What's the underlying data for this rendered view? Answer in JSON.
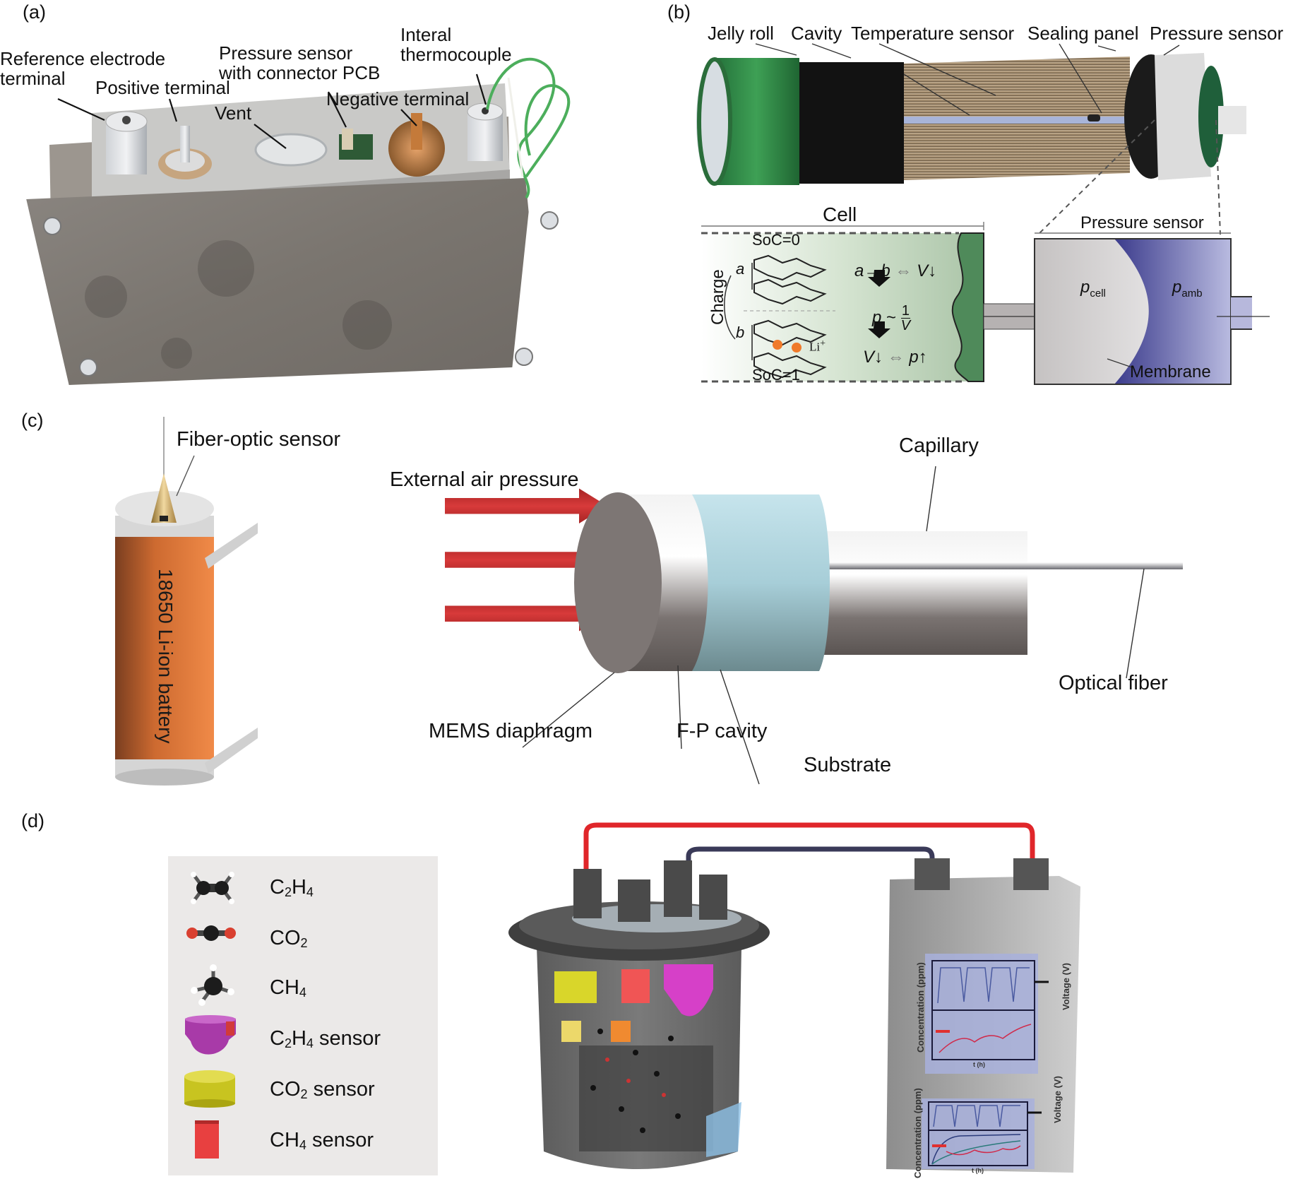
{
  "panels": {
    "a": {
      "label": "(a)",
      "callouts": {
        "reference_electrode_1": "Reference electrode",
        "reference_electrode_2": "terminal",
        "positive_terminal": "Positive terminal",
        "vent": "Vent",
        "pressure_sensor_1": "Pressure sensor",
        "pressure_sensor_2": "with connector PCB",
        "negative_terminal": "Negative terminal",
        "thermocouple_1": "Interal",
        "thermocouple_2": "thermocouple"
      }
    },
    "b": {
      "label": "(b)",
      "callouts": {
        "jelly_roll": "Jelly roll",
        "cavity": "Cavity",
        "temperature_sensor": "Temperature sensor",
        "sealing_panel": "Sealing panel",
        "pressure_sensor": "Pressure sensor"
      },
      "cell_box": {
        "title": "Cell",
        "soc0": "SoC=0",
        "soc1": "SoC=1",
        "charge": "Charge",
        "a": "a",
        "b": "b",
        "li": "Li",
        "li_sup": "+",
        "eq1_a": "a",
        "eq1_arrow": "→",
        "eq1_b": "b",
        "eq1_iff": "⇔",
        "eq1_v": "V",
        "eq1_down": "↓",
        "eq2_p": "p",
        "eq2_tilde": "~",
        "eq2_num": "1",
        "eq2_den": "V",
        "eq3_v": "V",
        "eq3_down": "↓",
        "eq3_iff": "⇔",
        "eq3_p": "p",
        "eq3_up": "↑"
      },
      "sensor_box": {
        "title": "Pressure sensor",
        "p_cell": "p",
        "p_cell_sub": "cell",
        "p_amb": "p",
        "p_amb_sub": "amb",
        "membrane": "Membrane"
      }
    },
    "c": {
      "label": "(c)",
      "fiber_optic_sensor": "Fiber-optic sensor",
      "battery_text": "18650 Li-ion battery",
      "external_air_pressure": "External air pressure",
      "capillary": "Capillary",
      "optical_fiber": "Optical fiber",
      "mems_diaphragm": "MEMS diaphragm",
      "fp_cavity": "F-P cavity",
      "substrate": "Substrate"
    },
    "d": {
      "label": "(d)",
      "legend": [
        {
          "icon": "ethylene-molecule",
          "main": "C",
          "sub1": "2",
          "mid": "H",
          "sub2": "4",
          "suffix": ""
        },
        {
          "icon": "co2-molecule",
          "main": "CO",
          "sub1": "2",
          "mid": "",
          "sub2": "",
          "suffix": ""
        },
        {
          "icon": "methane-molecule",
          "main": "CH",
          "sub1": "4",
          "mid": "",
          "sub2": "",
          "suffix": ""
        },
        {
          "icon": "c2h4-sensor",
          "main": "C",
          "sub1": "2",
          "mid": "H",
          "sub2": "4",
          "suffix": " sensor"
        },
        {
          "icon": "co2-sensor",
          "main": "CO",
          "sub1": "2",
          "mid": "",
          "sub2": "",
          "suffix": " sensor"
        },
        {
          "icon": "ch4-sensor",
          "main": "CH",
          "sub1": "4",
          "mid": "",
          "sub2": "",
          "suffix": " sensor"
        }
      ],
      "monitor": {
        "charts": [
          {
            "ylabel_left": "Concentration (ppm)",
            "ylabel_right": "Voltage (V)",
            "xlabel": "t (h)"
          },
          {
            "ylabel_left": "Concentration (ppm)",
            "ylabel_right": "Voltage (V)",
            "xlabel": "t (h)"
          }
        ]
      }
    }
  },
  "colors": {
    "green_cap": "#2e8b47",
    "cell_green_dark": "#4f8a5a",
    "sensor_blue": "#5a5aa8",
    "battery_orange": "#e07a38",
    "arrow_red": "#d0282a",
    "legend_bg": "#ebe9e8"
  }
}
